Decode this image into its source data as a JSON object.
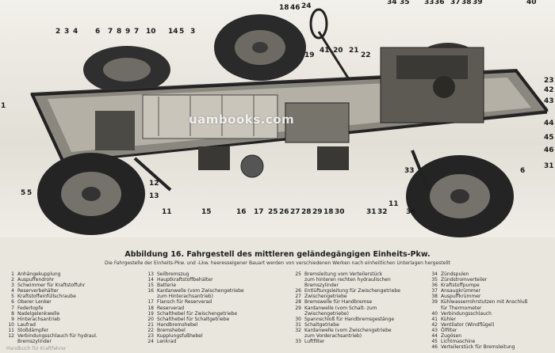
{
  "figure": {
    "watermark": "uambooks.com",
    "callouts": [
      "1",
      "2",
      "3",
      "4",
      "5",
      "6",
      "7",
      "8",
      "9",
      "7",
      "10",
      "14",
      "5",
      "3",
      "18",
      "46",
      "24",
      "19",
      "34",
      "35",
      "33",
      "36",
      "37",
      "38",
      "39",
      "40",
      "41",
      "20",
      "21",
      "22",
      "23",
      "42",
      "43",
      "44",
      "45",
      "46",
      "31",
      "5",
      "12",
      "11",
      "13",
      "15",
      "16",
      "17",
      "25",
      "26",
      "27",
      "28",
      "29",
      "18",
      "30",
      "31",
      "32",
      "11",
      "36",
      "33",
      "6"
    ]
  },
  "caption": {
    "title": "Abbildung 16.  Fahrgestell des mittleren geländegängigen Einheits-Pkw.",
    "subtitle": "Die Fahrgestelle der Einheits-Pkw. und -Lkw. heeresseigener Bauart werden von verschiedenen Werken nach einheitlichen Unterlagen hergestellt"
  },
  "legend": {
    "col1": [
      {
        "n": "1",
        "t": "Anhängekupplung"
      },
      {
        "n": "2",
        "t": "Auspuffendrohr"
      },
      {
        "n": "3",
        "t": "Schwimmer für Kraftstoffuhr"
      },
      {
        "n": "4",
        "t": "Reserverbehälter"
      },
      {
        "n": "5",
        "t": "Kraftstoffeinfüllschraube"
      },
      {
        "n": "6",
        "t": "Oberer Lenker"
      },
      {
        "n": "7",
        "t": "Federtopfe"
      },
      {
        "n": "8",
        "t": "Nadelgelenkwelle"
      },
      {
        "n": "9",
        "t": "Hinterachsantrieb"
      },
      {
        "n": "10",
        "t": "Laufrad"
      },
      {
        "n": "11",
        "t": "Stoßdämpfer"
      },
      {
        "n": "12",
        "t": "Verbindungsschlauch für hydraul."
      },
      {
        "n": "",
        "t": "Bremszylinder"
      }
    ],
    "col2": [
      {
        "n": "13",
        "t": "Seilbremszug"
      },
      {
        "n": "14",
        "t": "Hauptkraftstoffbehälter"
      },
      {
        "n": "15",
        "t": "Batterie"
      },
      {
        "n": "16",
        "t": "Kardanwelle (vom Zwischengetriebe"
      },
      {
        "n": "",
        "t": "zum Hinterachsantrieb)"
      },
      {
        "n": "17",
        "t": "Flansch für Reserverad"
      },
      {
        "n": "18",
        "t": "Reserverad"
      },
      {
        "n": "19",
        "t": "Schalthebel für Zwischengetriebe"
      },
      {
        "n": "20",
        "t": "Schalthebel für Schaltgetriebe"
      },
      {
        "n": "21",
        "t": "Handbremshebel"
      },
      {
        "n": "22",
        "t": "Bremshebel"
      },
      {
        "n": "23",
        "t": "Kupplungsfußhebel"
      },
      {
        "n": "24",
        "t": "Lenkrad"
      }
    ],
    "col3": [
      {
        "n": "25",
        "t": "Bremsleitung vom Verteilerstück"
      },
      {
        "n": "",
        "t": "zum hinteren rechten hydraulischen"
      },
      {
        "n": "",
        "t": "Bremszylinder"
      },
      {
        "n": "26",
        "t": "Entlüftungsleitung für Zwischengetriebe"
      },
      {
        "n": "27",
        "t": "Zwischengetriebe"
      },
      {
        "n": "28",
        "t": "Bremswelle für Handbremse"
      },
      {
        "n": "29",
        "t": "Kardanwelle (vom Schalt- zum"
      },
      {
        "n": "",
        "t": "Zwischengetriebe)"
      },
      {
        "n": "30",
        "t": "Spannschloß für Handbremsgestänge"
      },
      {
        "n": "31",
        "t": "Schaltgetriebe"
      },
      {
        "n": "32",
        "t": "Kardanwelle (vom Zwischengetriebe"
      },
      {
        "n": "",
        "t": "zum Vorderachsantrieb)"
      },
      {
        "n": "33",
        "t": "Luftfilter"
      }
    ],
    "col4": [
      {
        "n": "34",
        "t": "Zündspulen"
      },
      {
        "n": "35",
        "t": "Zündstromverteiler"
      },
      {
        "n": "36",
        "t": "Kraftstoffpumpe"
      },
      {
        "n": "37",
        "t": "Ansaugkrümmer"
      },
      {
        "n": "38",
        "t": "Auspuffkrümmer"
      },
      {
        "n": "39",
        "t": "Kühlwasserrohrstutzen mit Anschluß"
      },
      {
        "n": "",
        "t": "für Thermometer"
      },
      {
        "n": "40",
        "t": "Verbindungsschlauch"
      },
      {
        "n": "41",
        "t": "Kühler"
      },
      {
        "n": "42",
        "t": "Ventilator (Windflügel)"
      },
      {
        "n": "43",
        "t": "Ölfilter"
      },
      {
        "n": "44",
        "t": "Zugösen"
      },
      {
        "n": "45",
        "t": "Lichtmaschine"
      },
      {
        "n": "46",
        "t": "Verteilerstück für Bremsleitung"
      }
    ]
  },
  "footer": "Handbuch für Kraftfahrer"
}
